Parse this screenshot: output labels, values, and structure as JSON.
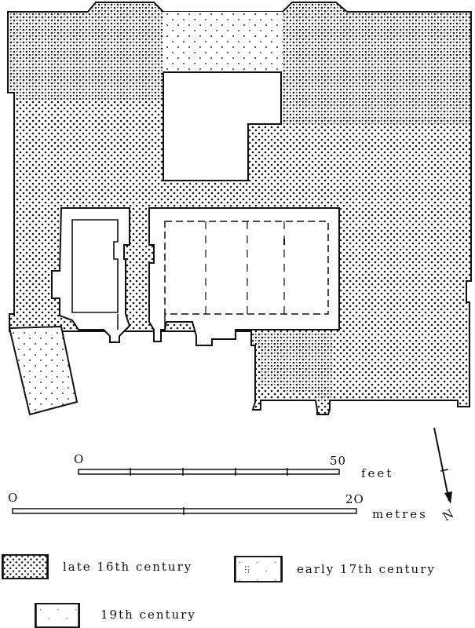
{
  "scale": {
    "feet": {
      "start": "O",
      "end": "50",
      "unit": "feet"
    },
    "metres": {
      "start": "O",
      "end": "2O",
      "unit": "metres"
    }
  },
  "north": {
    "label": "N"
  },
  "legend": [
    {
      "key": "late",
      "label": "late 16th century"
    },
    {
      "key": "early",
      "label": "early 17th century"
    },
    {
      "key": "c19",
      "label": "19th century"
    }
  ]
}
